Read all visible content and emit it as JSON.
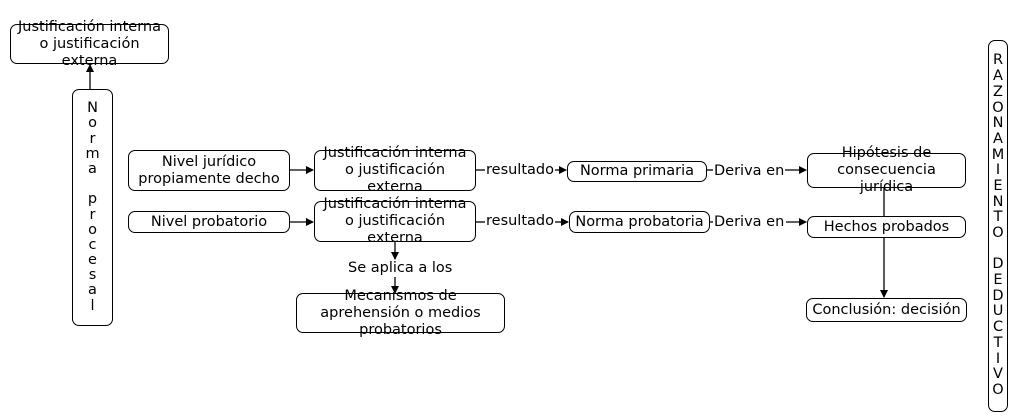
{
  "boxes": {
    "top_justificacion": "Justificación interna o justificación externa",
    "nivel_juridico": "Nivel jurídico propiamente decho",
    "justificacion_1": "Justificación interna o justificación externa",
    "norma_primaria": "Norma primaria",
    "hipotesis": "Hipótesis de consecuencia jurídica",
    "nivel_probatorio": "Nivel probatorio",
    "justificacion_2": "Justificación interna o justificación externa",
    "norma_probatoria": "Norma probatoria",
    "hechos_probados": "Hechos probados",
    "mecanismos": "Mecanismos de aprehensión o medios probatorios",
    "conclusion": "Conclusión: decisión"
  },
  "labels": {
    "resultado_1": "resultado",
    "deriva_1": "Deriva en",
    "resultado_2": "resultado",
    "deriva_2": "Deriva en",
    "se_aplica": "Se aplica a los"
  },
  "vertical": {
    "norma_procesal": [
      "N",
      "o",
      "r",
      "m",
      "a",
      " ",
      "p",
      "r",
      "o",
      "c",
      "e",
      "s",
      "a",
      "l"
    ],
    "razonamiento": [
      "R",
      "A",
      "Z",
      "O",
      "N",
      "A",
      "M",
      "I",
      "E",
      "N",
      "T",
      "O",
      " ",
      "D",
      "E",
      "D",
      "U",
      "C",
      "T",
      "I",
      "V",
      "O"
    ]
  }
}
